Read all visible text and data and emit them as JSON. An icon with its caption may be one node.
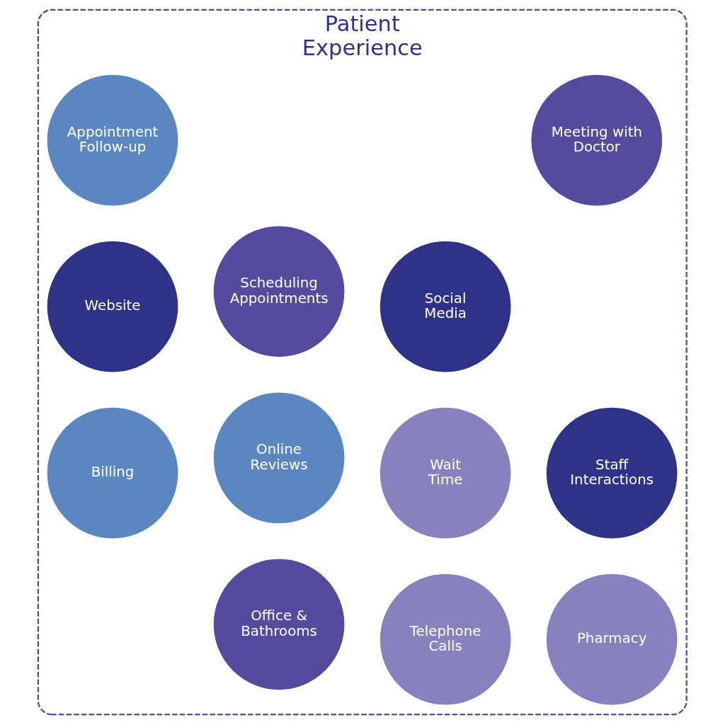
{
  "diagram": {
    "nodes": [
      {
        "text": [
          "Patient Experience"
        ]
      },
      {
        "text": [
          "Online Reviews"
        ],
        "in": 0
      },
      {
        "text": [
          "Wait Time"
        ],
        "in": 0
      },
      {
        "text": [
          "Social Media"
        ],
        "in": 0
      },
      {
        "text": [
          "Scheduling Appointments"
        ],
        "in": 0
      },
      {
        "text": [
          "Meeting with Doctor"
        ],
        "in": 0
      },
      {
        "text": [
          "Appointment Follow-up"
        ],
        "in": 0
      },
      {
        "text": [
          "Website"
        ],
        "in": 0
      },
      {
        "text": [
          "Billing"
        ],
        "in": 0
      },
      {
        "text": [
          "Office & Bathrooms"
        ],
        "in": 0
      },
      {
        "text": [
          "Telephone Calls"
        ],
        "in": 0
      },
      {
        "text": [
          "Pharmacy"
        ],
        "in": 0
      },
      {
        "text": [
          "Staff Interactions"
        ],
        "in": 0
      }
    ]
  }
}
